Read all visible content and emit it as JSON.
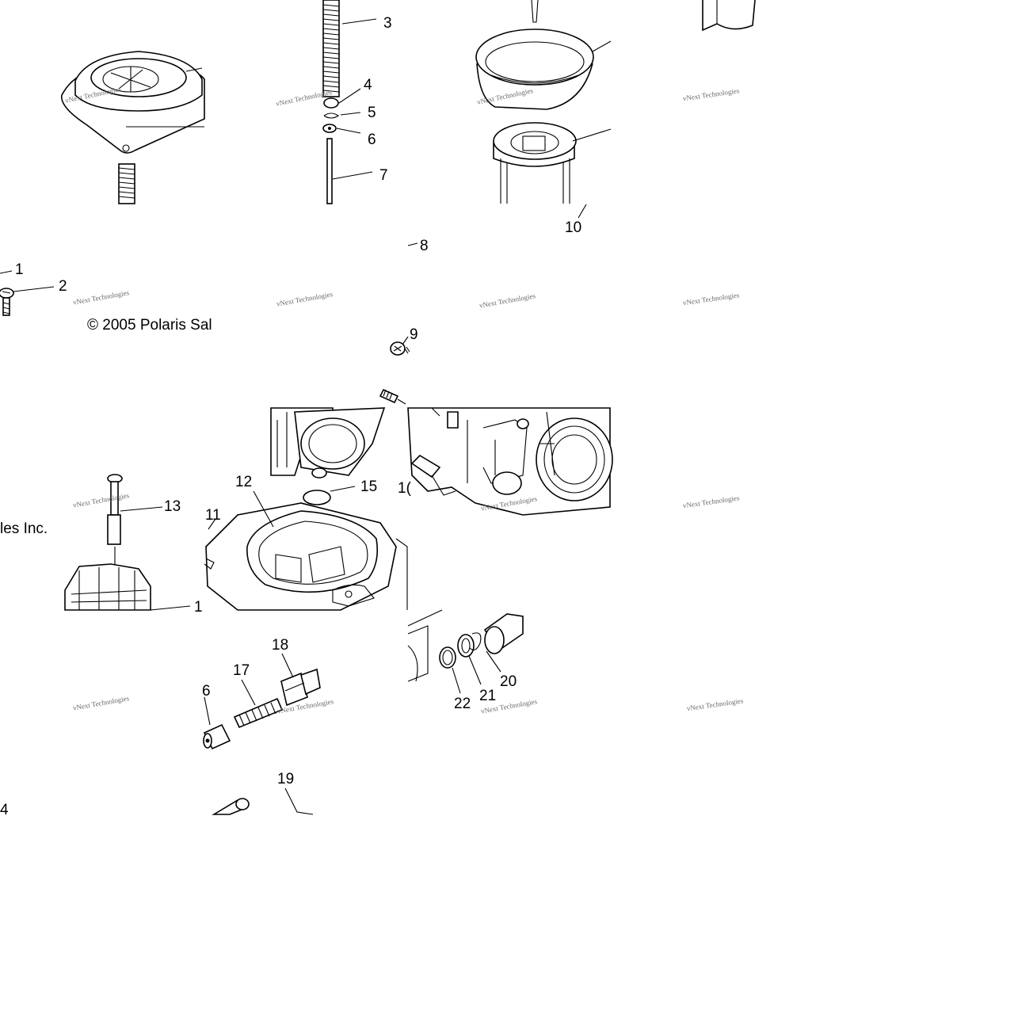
{
  "copyright_fragments": {
    "left": "© 2005 Polaris Sal",
    "right": "les Inc."
  },
  "watermark": {
    "line1": "vNext Technologies",
    "line2": "Technologies"
  },
  "callouts": {
    "c1": "1",
    "c2": "2",
    "c3": "3",
    "c4": "4",
    "c5": "5",
    "c6": "6",
    "c7": "7",
    "c8": "8",
    "c9": "9",
    "c10": "10",
    "c11": "11",
    "c12": "12",
    "c13": "13",
    "c14": "1",
    "c15": "15",
    "c16": "1(",
    "c16b": "6",
    "c17": "17",
    "c18": "18",
    "c19": "19",
    "c20": "20",
    "c21": "21",
    "c22": "22",
    "c24": "4"
  }
}
